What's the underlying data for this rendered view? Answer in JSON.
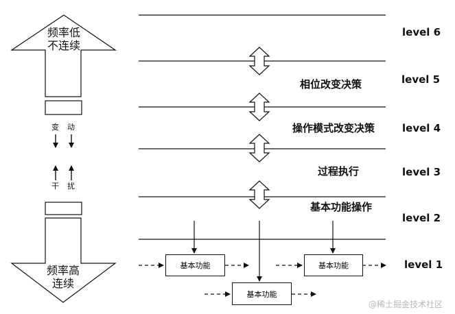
{
  "levels": [
    "level 6",
    "level 5",
    "level 4",
    "level 3",
    "level 2",
    "level 1"
  ],
  "between_labels": [
    "相位改变决策",
    "操作模式改变决策",
    "过程执行",
    "基本功能操作"
  ],
  "left_arrow_up": {
    "line1": "频率低",
    "line2": "不连续"
  },
  "left_arrow_down": {
    "line1": "频率高",
    "line2": "连续"
  },
  "change_chars": [
    "变",
    "动"
  ],
  "disturb_chars": [
    "干",
    "扰"
  ],
  "function_box_label": "基本功能",
  "watermark": "@稀土掘金技术社区"
}
